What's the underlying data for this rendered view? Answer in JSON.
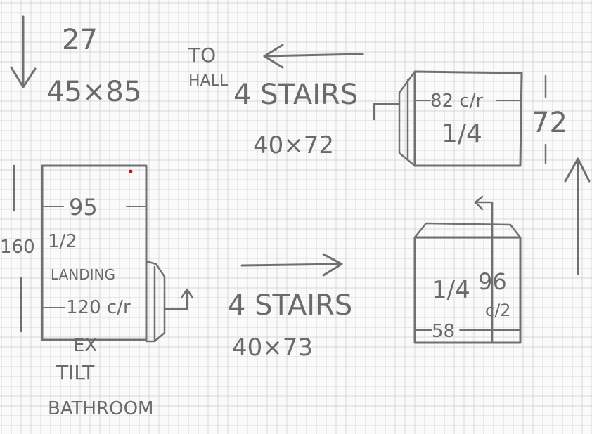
{
  "sheet": {
    "paper_color": "#fafafa",
    "grid_color": "#c9cccf",
    "ink_color": "#6a6a6a",
    "accent_dot_color": "#b01818"
  },
  "top_left": {
    "arrow": "down-arrow",
    "count": "27",
    "size": "45×85"
  },
  "to_hall": {
    "line1": "TO",
    "line2": "HALL",
    "arrow": "left-arrow"
  },
  "upper_flight": {
    "title": "4 STAIRS",
    "size": "40×72"
  },
  "lower_flight": {
    "title": "4 STAIRS",
    "size": "40×73",
    "arrow": "right-arrow"
  },
  "half_landing": {
    "height_dim": "160",
    "width_dim": "95",
    "fraction": "1/2",
    "name": "LANDING",
    "dim": "120 c/r",
    "below_note": "EX",
    "label_line1": "TILT",
    "label_line2": "BATHROOM"
  },
  "quarter_top": {
    "dim": "82 c/r",
    "fraction": "1/4",
    "side_dim": "72"
  },
  "quarter_bottom": {
    "fraction": "1/4",
    "dim_a": "96",
    "dim_b": "c/2",
    "bottom_dim": "58"
  }
}
